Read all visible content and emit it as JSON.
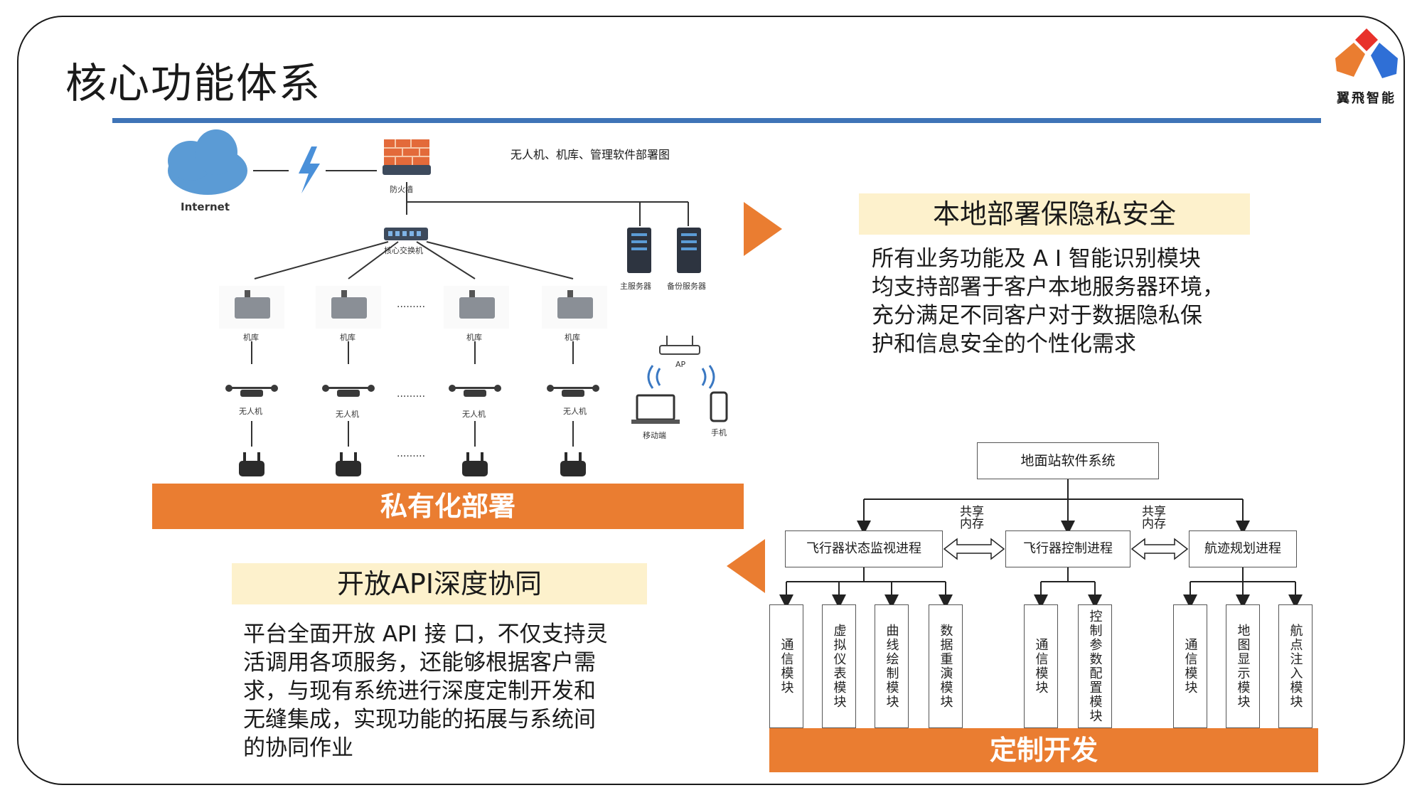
{
  "page": {
    "title": "核心功能体系",
    "logo_text": "翼飛智能"
  },
  "deployment": {
    "caption": "无人机、机库、管理软件部署图",
    "internet_label": "Internet",
    "firewall_label": "防火墙",
    "switch_label": "核心交换机",
    "main_server_label": "主服务器",
    "backup_server_label": "备份服务器",
    "hangar_label": "机库",
    "drone_label": "无人机",
    "ap_label": "AP",
    "laptop_label": "移动端",
    "phone_label": "手机",
    "ellipsis": "........."
  },
  "sections": {
    "private_bar": "私有化部署",
    "custom_bar": "定制开发",
    "local_title": "本地部署保隐私安全",
    "local_text": "所有业务功能及 A I 智能识别模块\n均支持部署于客户本地服务器环境，\n充分满足不同客户对于数据隐私保\n护和信息安全的个性化需求",
    "api_title": "开放API深度协同",
    "api_text": "平台全面开放 API 接 口，不仅支持灵\n活调用各项服务，还能够根据客户需\n求，与现有系统进行深度定制开发和\n无缝集成，实现功能的拓展与系统间\n的协同作业"
  },
  "software": {
    "root": "地面站软件系统",
    "shared_memory": "共享\n内存",
    "processes": [
      "飞行器状态监视进程",
      "飞行器控制进程",
      "航迹规划进程"
    ],
    "modules": [
      "通信模块",
      "虚拟仪表模块",
      "曲线绘制模块",
      "数据重演模块",
      "通信模块",
      "控制参数配置模块",
      "通信模块",
      "地图显示模块",
      "航点注入模块"
    ]
  },
  "colors": {
    "accent_orange": "#ea7d31",
    "label_bg": "#fdf1cc",
    "rule_blue": "#3f74b7",
    "cloud_blue": "#5b9bd5"
  }
}
